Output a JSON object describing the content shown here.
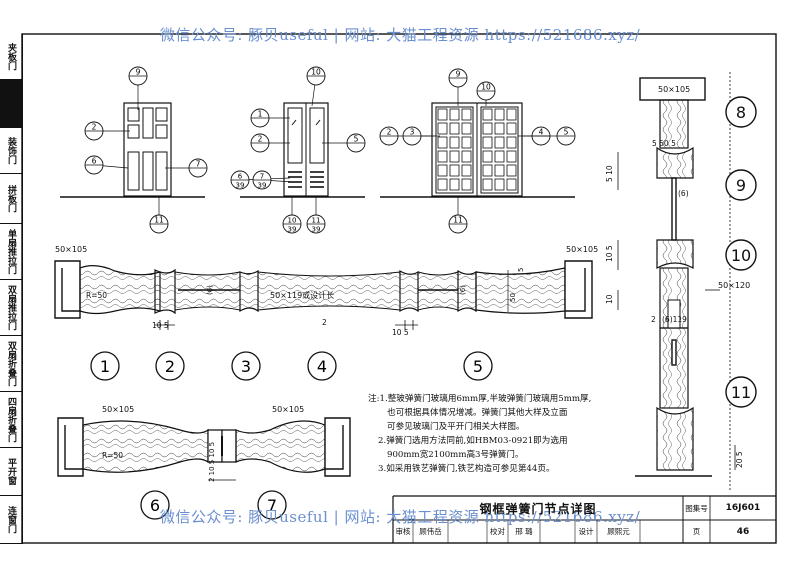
{
  "watermark": {
    "top": "微信公众号: 豚贝useful | 网站: 大猫工程资源 https://521686.xyz/",
    "bottom": "微信公众号: 豚贝useful | 网站: 大猫工程资源 https://521686.xyz/"
  },
  "side_tabs": [
    {
      "label": "夹板门",
      "active": false
    },
    {
      "label": "",
      "active": true
    },
    {
      "label": "装饰门",
      "active": false
    },
    {
      "label": "拼板门",
      "active": false
    },
    {
      "label": "单扇推拉门",
      "active": false
    },
    {
      "label": "双扇推拉门",
      "active": false
    },
    {
      "label": "双扇折叠门",
      "active": false
    },
    {
      "label": "四扇折叠门",
      "active": false
    },
    {
      "label": "平开窗",
      "active": false
    },
    {
      "label": "连窗门",
      "active": false
    }
  ],
  "callouts": {
    "door1": [
      "9",
      "2",
      "6",
      "7",
      "11"
    ],
    "door2": [
      "10",
      "1",
      "2",
      "5",
      "6",
      "39",
      "7",
      "39",
      "10",
      "39",
      "11",
      "39"
    ],
    "door3": [
      "9",
      "10",
      "2",
      "3",
      "4",
      "5",
      "11"
    ]
  },
  "plan_labels": {
    "frame_left": "50×105",
    "radius": "R=50",
    "dim_10_5_a": "10 5",
    "dim_10_5_b": "10 5",
    "dim_2": "2",
    "dim_6_a": "(6)",
    "dim_6_b": "(6)",
    "leaf_note": "50×119或设计长",
    "frame_right": "50×105",
    "dim_50": "50",
    "dim_5": "5"
  },
  "section_numbers": [
    "1",
    "2",
    "3",
    "4",
    "5",
    "6",
    "7"
  ],
  "lower_plan_labels": {
    "frame_left": "50×105",
    "frame_right": "50×105",
    "radius": "R=50",
    "dims": "2 10 5 10 5"
  },
  "vertical_section": {
    "top_frame": "50×105",
    "dims_top": "5 50 5",
    "dim_6": "(6)",
    "dim_510": "5 10",
    "dim_105": "10 5",
    "dim_10": "10",
    "frame_side": "50×120",
    "dim_2": "2",
    "dim_119": "(6)119",
    "dim_bottom": "20 5",
    "detail_numbers": [
      "8",
      "9",
      "10",
      "11"
    ]
  },
  "notes": [
    "注:1.整玻弹簧门玻璃用6mm厚,半玻弹簧门玻璃用5mm厚,",
    "也可根据具体情况增减。弹簧门其他大样及立面",
    "可参见玻璃门及平开门相关大样图。",
    "2.弹簧门选用方法同前,如HBM03-0921即为选用",
    "900mm宽2100mm高3号弹簧门。",
    "3.如采用铁艺弹簧门,铁艺构造可参见第44页。"
  ],
  "title_block": {
    "title": "钢框弹簧门节点详图",
    "atlas_label": "图集号",
    "atlas_no": "16J601",
    "review_label": "审核",
    "reviewer": "顾伟岳",
    "check_label": "校对",
    "checker": "邢 璐",
    "design_label": "设计",
    "designer": "顾熙元",
    "page_label": "页",
    "page_no": "46"
  }
}
